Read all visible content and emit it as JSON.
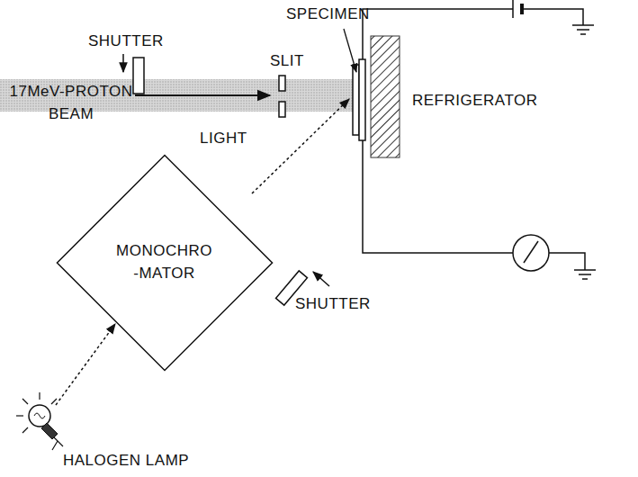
{
  "diagram": {
    "nodes": [
      {
        "text": [
          "MONOCHRO -MATOR"
        ]
      }
    ],
    "labels": [
      "SPECIMEN",
      "SHUTTER",
      "17MeV-PROTON BEAM",
      "SLIT",
      "REFRIGERATOR",
      "LIGHT",
      "SHUTTER",
      "HALOGEN LAMP"
    ]
  }
}
